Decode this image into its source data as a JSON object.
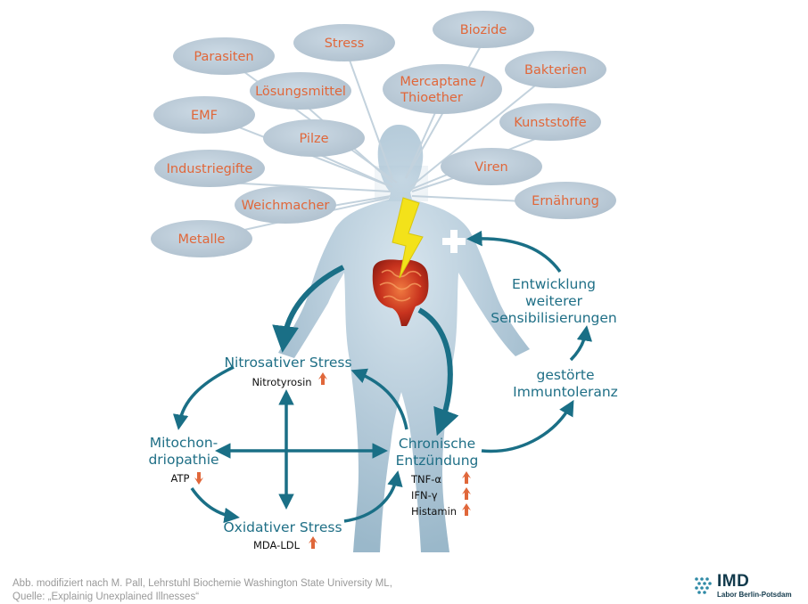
{
  "bubbles": [
    {
      "id": "parasiten",
      "label": "Parasiten"
    },
    {
      "id": "stress",
      "label": "Stress"
    },
    {
      "id": "biozide",
      "label": "Biozide"
    },
    {
      "id": "loesungsmittel",
      "label": "Lösungsmittel"
    },
    {
      "id": "mercaptane",
      "label_line1": "Mercaptane /",
      "label_line2": "Thioether"
    },
    {
      "id": "bakterien",
      "label": "Bakterien"
    },
    {
      "id": "emf",
      "label": "EMF"
    },
    {
      "id": "pilze",
      "label": "Pilze"
    },
    {
      "id": "kunststoffe",
      "label": "Kunststoffe"
    },
    {
      "id": "industriegifte",
      "label": "Industriegifte"
    },
    {
      "id": "viren",
      "label": "Viren"
    },
    {
      "id": "weichmacher",
      "label": "Weichmacher"
    },
    {
      "id": "ernaehrung",
      "label": "Ernährung"
    },
    {
      "id": "metalle",
      "label": "Metalle"
    }
  ],
  "nodes": {
    "nitrosativer": {
      "title": "Nitrosativer Stress",
      "marker": "Nitrotyrosin"
    },
    "mito": {
      "title_line1": "Mitochon-",
      "title_line2": "driopathie",
      "marker": "ATP"
    },
    "oxidativer": {
      "title": "Oxidativer Stress",
      "marker": "MDA-LDL"
    },
    "chronische": {
      "title_line1": "Chronische",
      "title_line2": "Entzündung",
      "markers": [
        "TNF-α",
        "IFN-γ",
        "Histamin"
      ]
    },
    "immuntoleranz": {
      "line1": "gestörte",
      "line2": "Immuntoleranz"
    },
    "entwicklung": {
      "line1": "Entwicklung",
      "line2": "weiterer",
      "line3": "Sensibilisierungen"
    }
  },
  "caption": {
    "line1": "Abb. modifiziert nach M. Pall, Lehrstuhl Biochemie Washington State University ML,",
    "line2": "Quelle: „Explainig Unexplained Illnesses“"
  },
  "logo": {
    "name": "IMD",
    "subtitle": "Labor Berlin-Potsdam"
  },
  "colors": {
    "bubble_fill": "#bccdda",
    "bubble_text": "#e0673a",
    "teal": "#1a6f86",
    "arrow_up": "#e0673a",
    "bolt": "#f3e21a"
  }
}
